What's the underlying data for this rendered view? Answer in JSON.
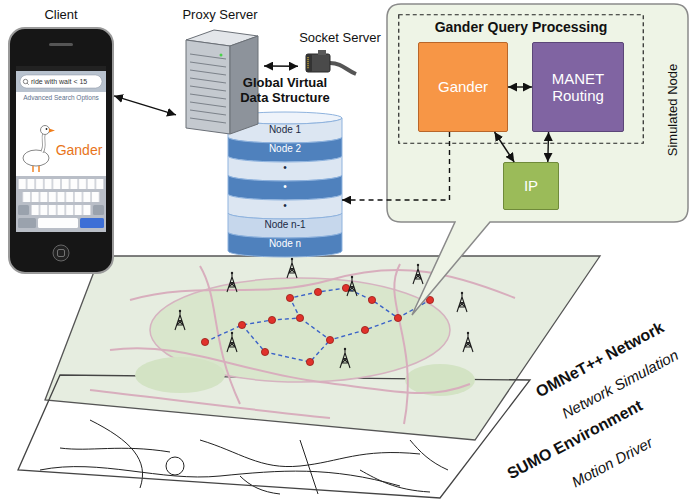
{
  "diagram": {
    "nodes": [
      {
        "text": [
          "Client",
          "Gander"
        ]
      },
      {
        "text": [
          "Proxy Server"
        ]
      },
      {
        "text": [
          "Socket Server"
        ]
      },
      {
        "text": [
          "Simulated Node"
        ]
      },
      {
        "text": [
          "Gander Query Processing"
        ],
        "in": 3
      },
      {
        "text": [
          "Gander"
        ],
        "in": 4
      },
      {
        "text": [
          "MANET Routing"
        ],
        "in": 4
      },
      {
        "text": [
          "IP"
        ],
        "in": 3
      },
      {
        "text": [
          "Global Virtual Data Structure",
          "Node 1",
          "Node 2",
          "•",
          "•",
          "•",
          "Node n-1",
          "Node n"
        ]
      },
      {
        "text": [
          "OMNeT++ Network",
          "Network Simulation"
        ]
      },
      {
        "text": [
          "SUMO Environment",
          "Motion Driver"
        ]
      }
    ],
    "edges": [
      {
        "from": 0,
        "to": 1,
        "arrow": "both"
      },
      {
        "from": 1,
        "to": 2,
        "arrow": "both"
      },
      {
        "from": 5,
        "to": 6,
        "arrow": "both"
      },
      {
        "from": 5,
        "to": 7,
        "arrow": "both"
      },
      {
        "from": 6,
        "to": 7,
        "arrow": "both"
      },
      {
        "from": 5,
        "to": 8,
        "arrow": "to"
      }
    ],
    "labels": [
      "ride with wait < 15",
      "Advanced Search Options"
    ]
  }
}
